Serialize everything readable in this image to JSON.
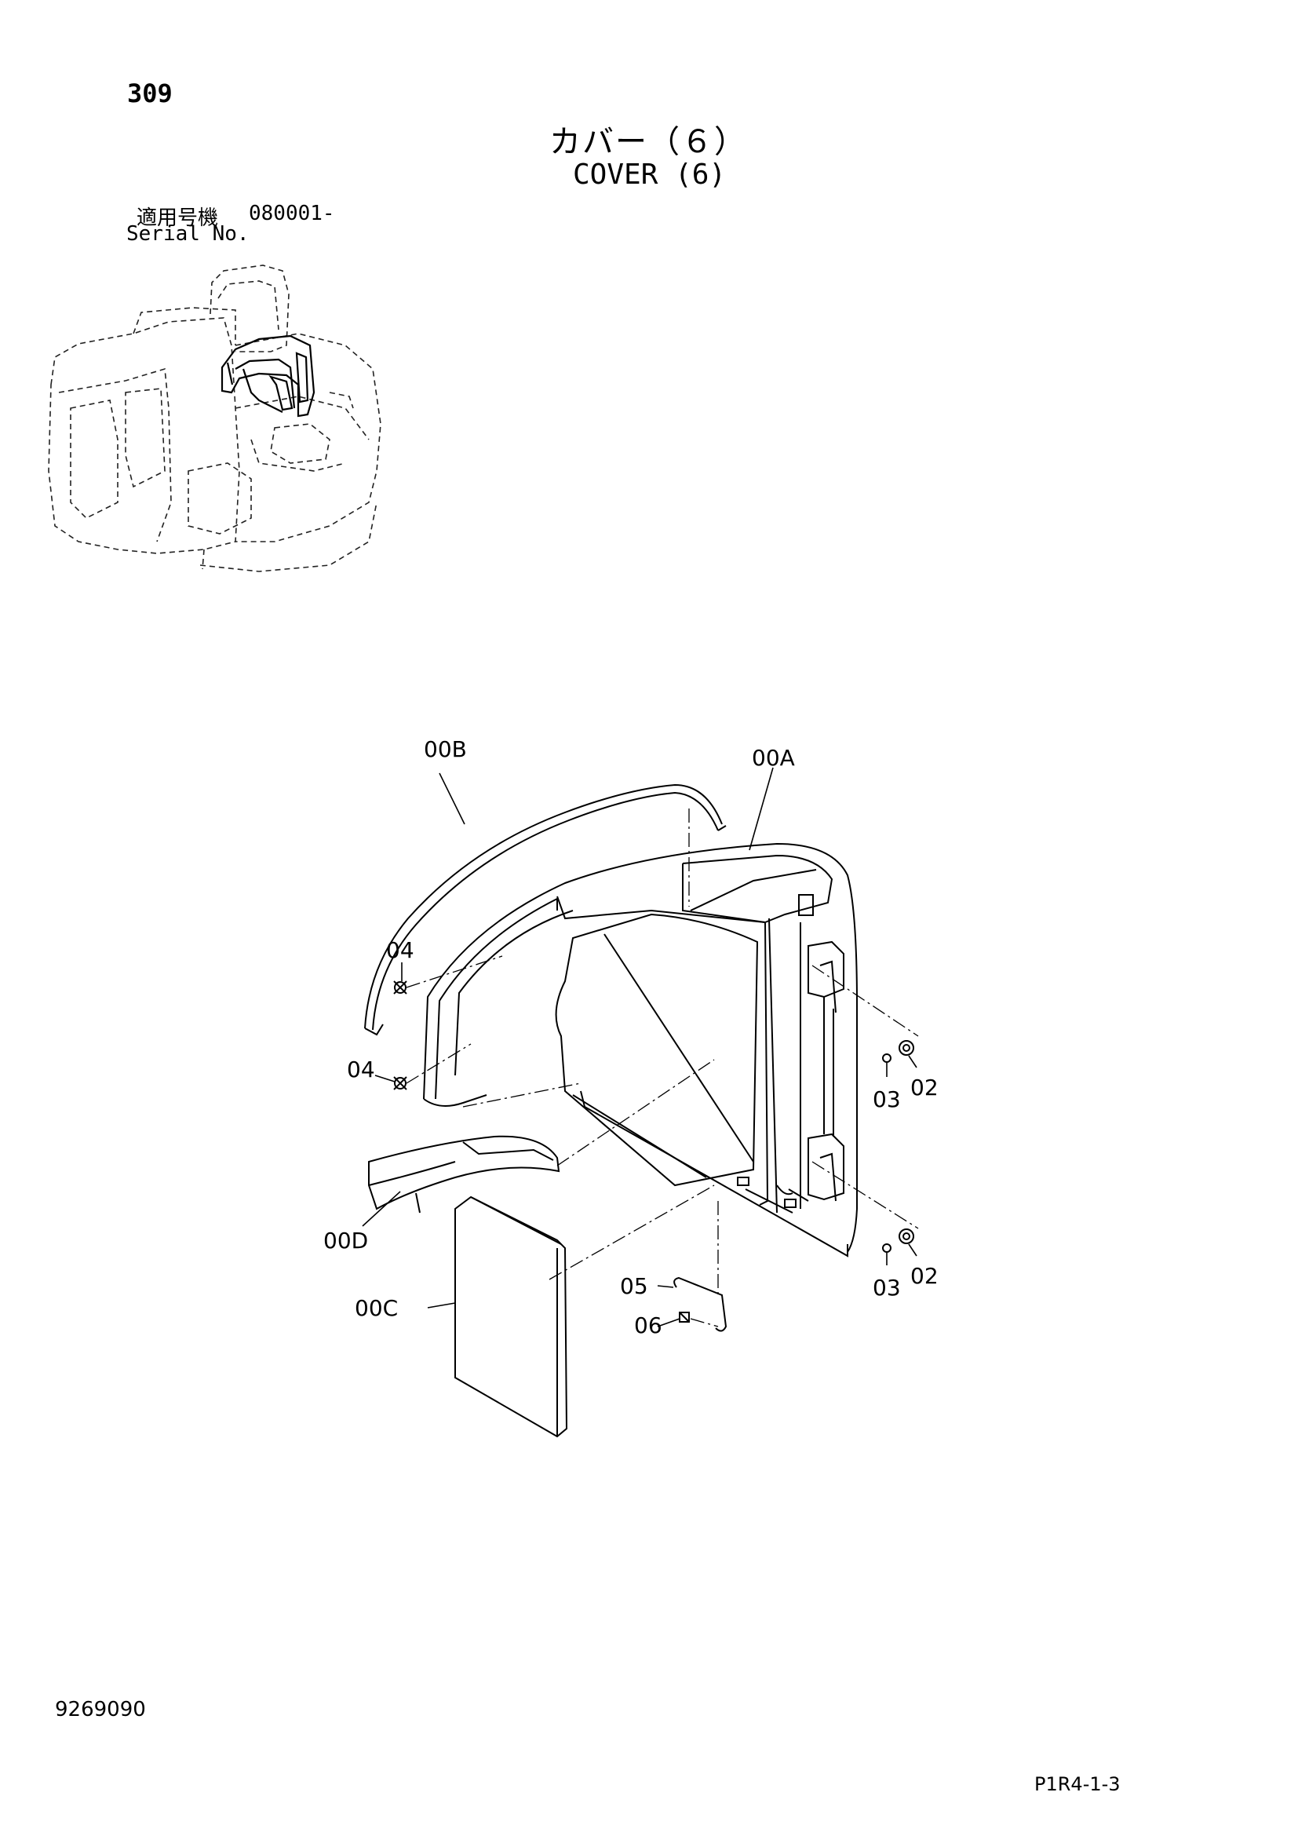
{
  "page_number": "309",
  "title_jp": "カバー（６）",
  "title_en": "COVER (6)",
  "serial": {
    "label_jp": "適用号機",
    "number": "080001-",
    "label_en": "Serial No."
  },
  "callouts": [
    {
      "id": "00B",
      "text": "00B"
    },
    {
      "id": "00A",
      "text": "00A"
    },
    {
      "id": "04a",
      "text": "04"
    },
    {
      "id": "04b",
      "text": "04"
    },
    {
      "id": "03a",
      "text": "03"
    },
    {
      "id": "02a",
      "text": "02"
    },
    {
      "id": "00D",
      "text": "00D"
    },
    {
      "id": "00C",
      "text": "00C"
    },
    {
      "id": "05",
      "text": "05"
    },
    {
      "id": "06",
      "text": "06"
    },
    {
      "id": "03b",
      "text": "03"
    },
    {
      "id": "02b",
      "text": "02"
    }
  ],
  "footer": {
    "doc_number": "9269090",
    "page_code": "P1R4-1-3"
  }
}
